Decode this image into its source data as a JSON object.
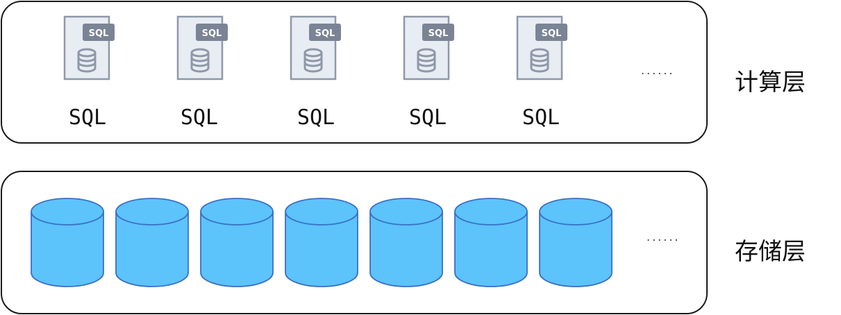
{
  "compute_layer": {
    "label": "计算层",
    "items": [
      {
        "badge": "SQL",
        "caption": "SQL"
      },
      {
        "badge": "SQL",
        "caption": "SQL"
      },
      {
        "badge": "SQL",
        "caption": "SQL"
      },
      {
        "badge": "SQL",
        "caption": "SQL"
      },
      {
        "badge": "SQL",
        "caption": "SQL"
      }
    ],
    "more": "......",
    "icon": "sql-file-icon"
  },
  "storage_layer": {
    "label": "存储层",
    "cylinder_count": 7,
    "more": "......",
    "icon": "database-cylinder-icon"
  },
  "colors": {
    "border": "#1a1a1a",
    "file_fill": "#e8ecf3",
    "file_stroke": "#8f98a8",
    "badge_fill": "#7a8494",
    "cylinder_fill": "#5cc3fb",
    "cylinder_stroke": "#3b6fc4"
  }
}
